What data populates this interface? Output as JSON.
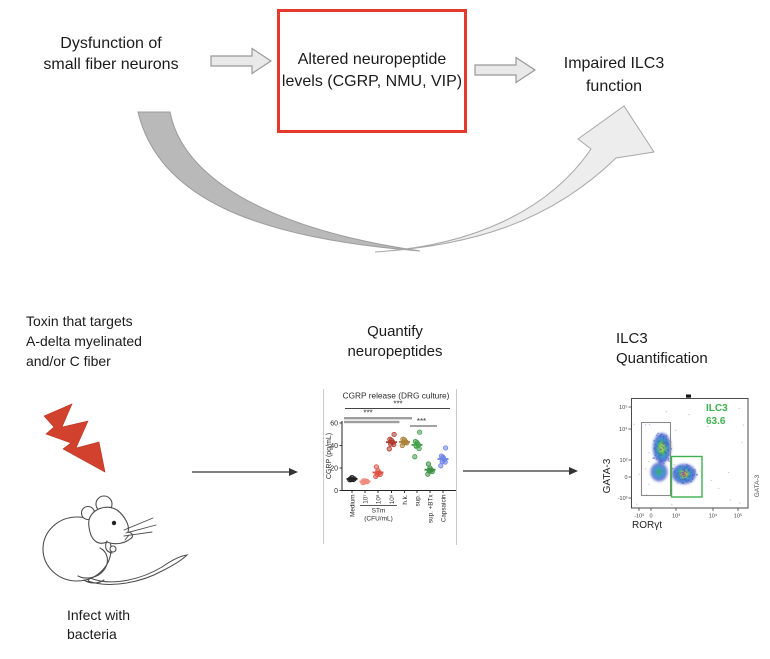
{
  "top_flow": {
    "node1": "Dysfunction of\nsmall fiber neurons",
    "node2": "Altered\nneuropeptide\nlevels (CGRP,\nNMU, VIP)",
    "node3": "Impaired ILC3\nfunction",
    "highlight_box_color": "#e5392c"
  },
  "bottom_flow": {
    "step1_label": "Toxin that targets\nA-delta myelinated\nand/or C fiber",
    "step1_caption": "Infect with\nbacteria",
    "step2_title": "Quantify\nneuropeptides",
    "step3_title": "ILC3\nQuantification",
    "lightning_color": "#d2402e"
  },
  "chart_data": [
    {
      "type": "scatter",
      "title": "CGRP release (DRG culture)",
      "ylabel": "CGRP (pg/mL)",
      "ylim": [
        0,
        60
      ],
      "yticks": [
        0,
        20,
        40,
        60
      ],
      "group_label_line1": "STm",
      "group_label_line2": "(CFU/mL)",
      "group_label_span": [
        "10⁷",
        "10⁹"
      ],
      "groups": [
        {
          "label": "Medium",
          "color": "#222222",
          "values": [
            9.5,
            10,
            10.5,
            10,
            11,
            10.8
          ],
          "mean": 10.3,
          "sem": 0.6
        },
        {
          "label": "10⁷",
          "color": "#ef8a7c",
          "values": [
            7,
            7.5,
            8,
            8.5,
            8,
            9
          ],
          "mean": 8.0,
          "sem": 0.6
        },
        {
          "label": "10⁸",
          "color": "#e05043",
          "values": [
            12.5,
            14,
            15,
            16,
            17,
            21.5
          ],
          "mean": 16.0,
          "sem": 1.2
        },
        {
          "label": "10⁹",
          "color": "#b23a2e",
          "values": [
            37,
            40.5,
            42,
            43,
            44,
            46,
            50
          ],
          "mean": 43.0,
          "sem": 1.4
        },
        {
          "label": "h.k.",
          "color": "#ab8038",
          "values": [
            40,
            42,
            43,
            43.5,
            44.5,
            46
          ],
          "mean": 43.2,
          "sem": 0.9
        },
        {
          "label": "sup.",
          "color": "#44a04a",
          "values": [
            30,
            37,
            40,
            41,
            42,
            44,
            52
          ],
          "mean": 40.5,
          "sem": 2.2
        },
        {
          "label": "sup. +BTx",
          "color": "#3a8f42",
          "values": [
            14.5,
            16.5,
            18,
            18.5,
            19.5,
            24
          ],
          "mean": 18.5,
          "sem": 1.3
        },
        {
          "label": "Capsaicin",
          "color": "#6c83e8",
          "values": [
            22,
            25,
            26.5,
            27.5,
            29,
            31,
            38
          ],
          "mean": 28.0,
          "sem": 1.9
        }
      ],
      "significance": [
        {
          "x1": 0,
          "x2": 7,
          "style": "line",
          "y": 408.5,
          "label": "***",
          "label_x": 398,
          "label_y": 406.5
        },
        {
          "x1": 0,
          "x2": 5,
          "style": "band",
          "y": 417.0,
          "label": "***",
          "label_x": 368,
          "label_y": 415.5
        },
        {
          "x1": 0,
          "x2": 4,
          "style": "band",
          "y": 420.8,
          "label": null
        },
        {
          "x1": 5,
          "x2": 6,
          "style": "line",
          "y": 426.0,
          "label": "***",
          "label_x": 421.5,
          "label_y": 424
        }
      ]
    },
    {
      "type": "flow-cytometry-density",
      "xlabel": "RORγt",
      "ylabel": "GATA-3",
      "side_label": "GATA-3",
      "xticks": [
        {
          "label": "-10³",
          "x": 639
        },
        {
          "label": "0",
          "x": 651
        },
        {
          "label": "10³",
          "x": 676
        },
        {
          "label": "10⁴",
          "x": 713
        },
        {
          "label": "10⁵",
          "x": 738
        }
      ],
      "yticks": [
        {
          "label": "10⁵",
          "y": 407
        },
        {
          "label": "10⁴",
          "y": 429
        },
        {
          "label": "10³",
          "y": 460
        },
        {
          "label": "0",
          "y": 477
        },
        {
          "label": "-10³",
          "y": 498
        }
      ],
      "gate_label": "ILC3",
      "gate_percent": "63.6",
      "gate_color": "#3cb14c",
      "gates": [
        {
          "name": "GATA3-gate",
          "x": 641.5,
          "y": 422.5,
          "w": 29,
          "h": 73,
          "color": "#8a8a8a"
        },
        {
          "name": "ILC3-gate",
          "x": 671.5,
          "y": 456.5,
          "w": 30.5,
          "h": 40.5,
          "color": "#3cb14c"
        }
      ],
      "populations": [
        {
          "name": "GATA-3-high",
          "cx": 662,
          "cy": 448
        },
        {
          "name": "double-negative",
          "cx": 659,
          "cy": 472
        },
        {
          "name": "RORgt-high-ILC3",
          "cx": 684,
          "cy": 474
        }
      ]
    }
  ]
}
